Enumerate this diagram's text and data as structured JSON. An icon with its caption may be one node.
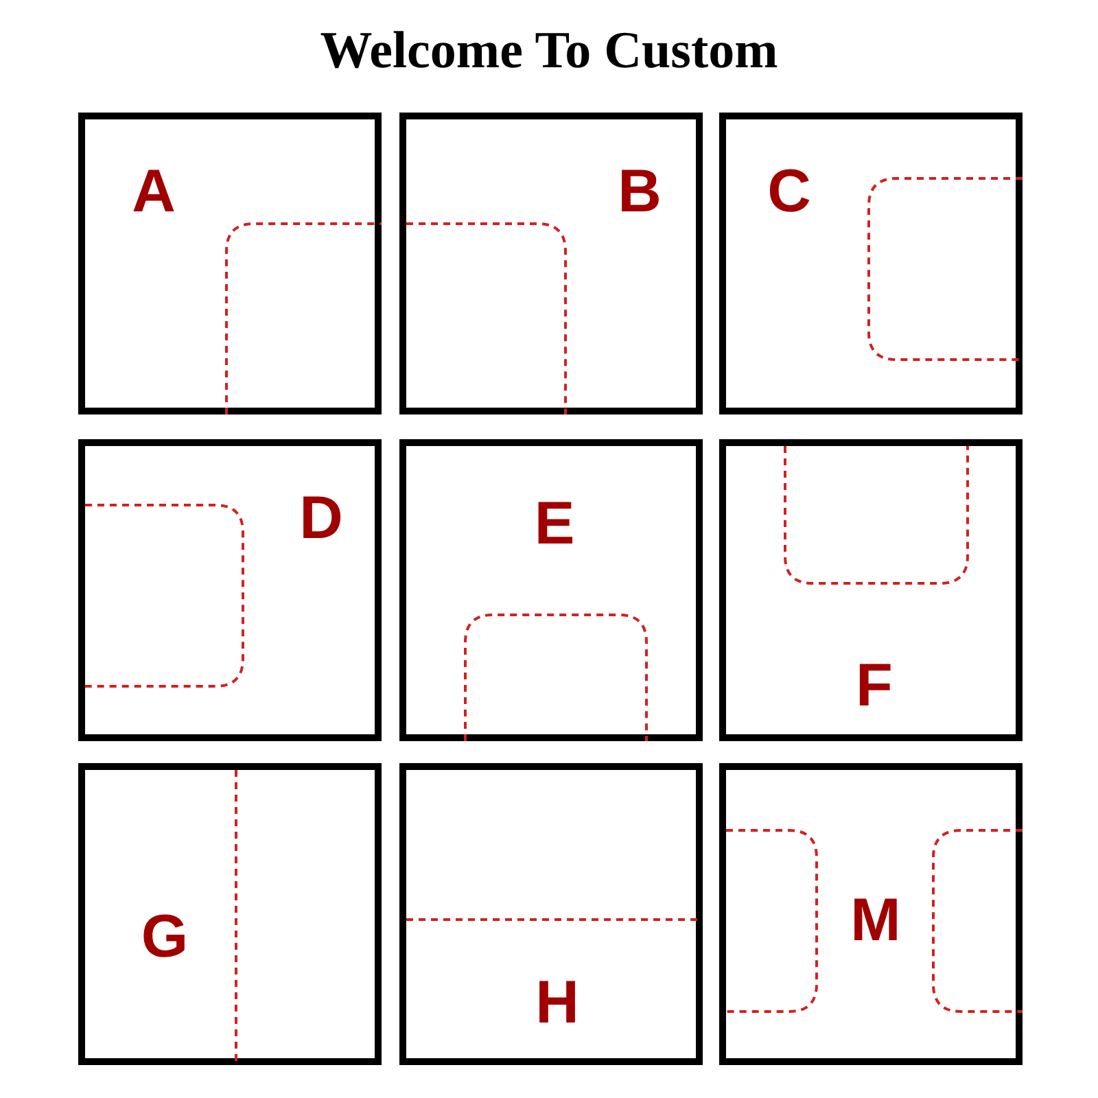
{
  "diagram": {
    "title": "Welcome To Custom",
    "nodes": [
      {
        "text": [
          "A"
        ]
      },
      {
        "text": [
          "B"
        ]
      },
      {
        "text": [
          "C"
        ]
      },
      {
        "text": [
          "D"
        ]
      },
      {
        "text": [
          "E"
        ]
      },
      {
        "text": [
          "F"
        ]
      },
      {
        "text": [
          "G"
        ]
      },
      {
        "text": [
          "H"
        ]
      },
      {
        "text": [
          "M"
        ]
      }
    ]
  }
}
